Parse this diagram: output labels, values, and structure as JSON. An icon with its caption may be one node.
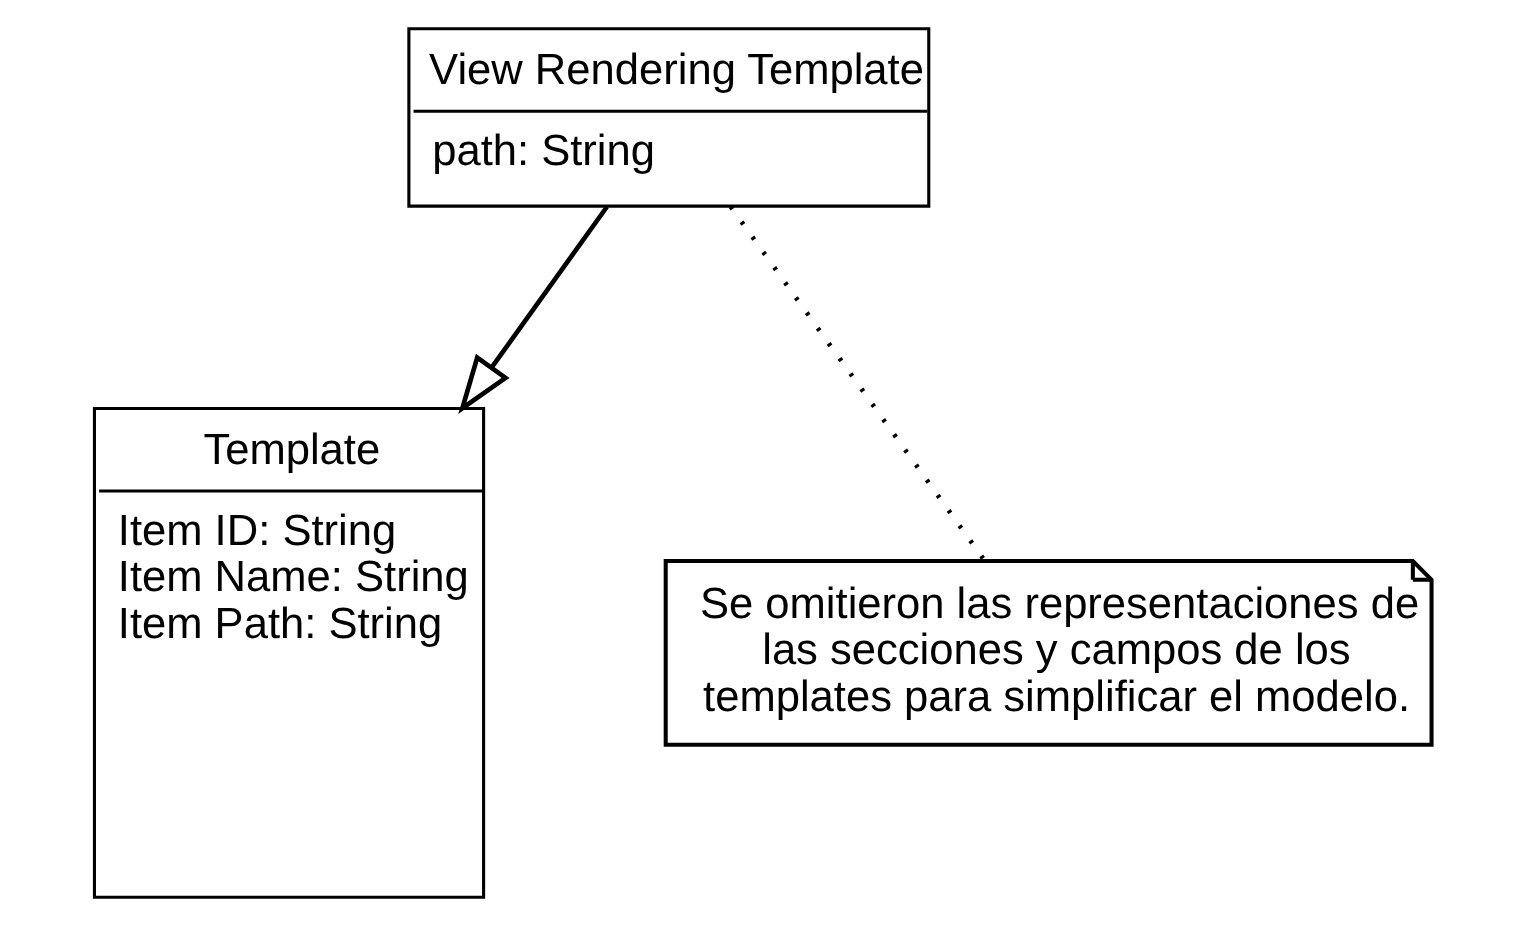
{
  "diagram": {
    "nodes": [
      {
        "text": [
          "View Rendering Template",
          "path: String"
        ]
      },
      {
        "text": [
          "Template",
          "Item ID: String",
          "Item Name: String",
          "Item Path: String"
        ]
      },
      {
        "text": [
          "Se omitieron las representaciones de las secciones y campos de los templates para simplificar el modelo."
        ]
      }
    ],
    "edges": [
      {
        "from": 0,
        "to": 1,
        "arrow": "to"
      },
      {
        "from": 0,
        "to": 2,
        "arrow": "none",
        "style": "dashed"
      }
    ]
  }
}
